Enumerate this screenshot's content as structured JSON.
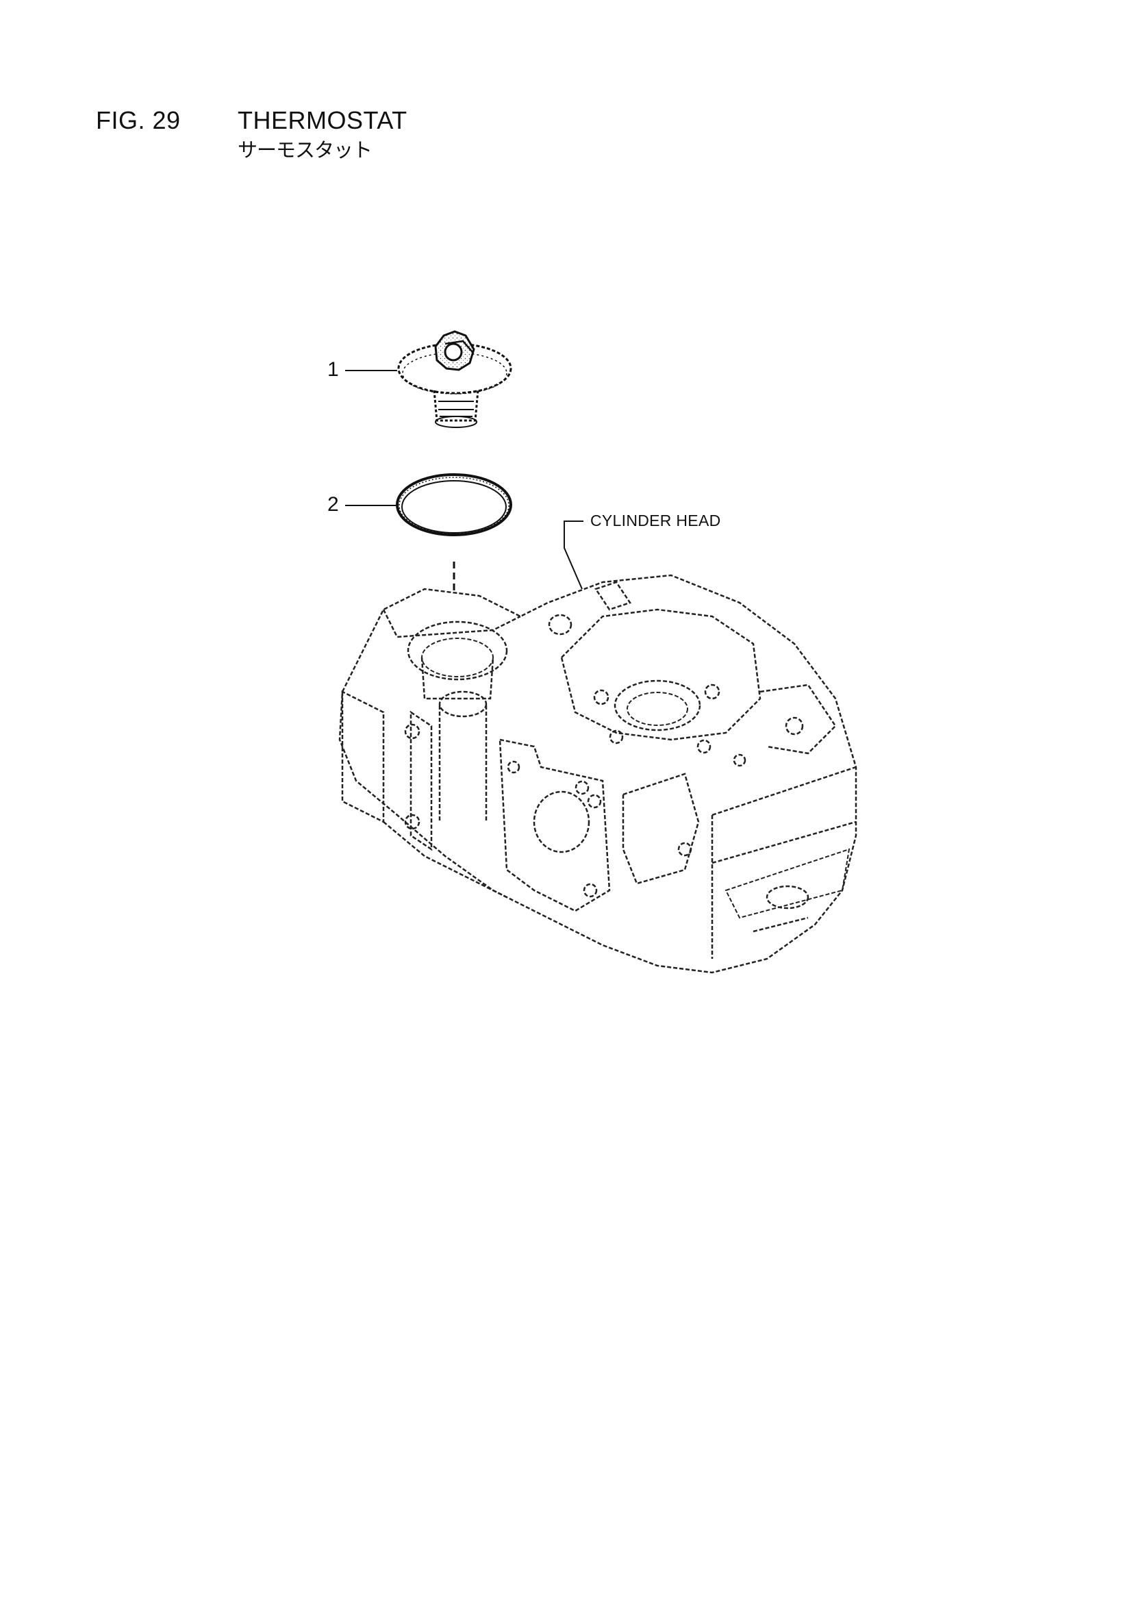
{
  "header": {
    "figure_number": "FIG. 29",
    "title": "THERMOSTAT",
    "subtitle": "サーモスタット"
  },
  "callouts": [
    {
      "number": "1"
    },
    {
      "number": "2"
    }
  ],
  "labels": {
    "cylinder_head": "CYLINDER HEAD"
  },
  "colors": {
    "ink": "#111111",
    "paper": "#ffffff"
  }
}
